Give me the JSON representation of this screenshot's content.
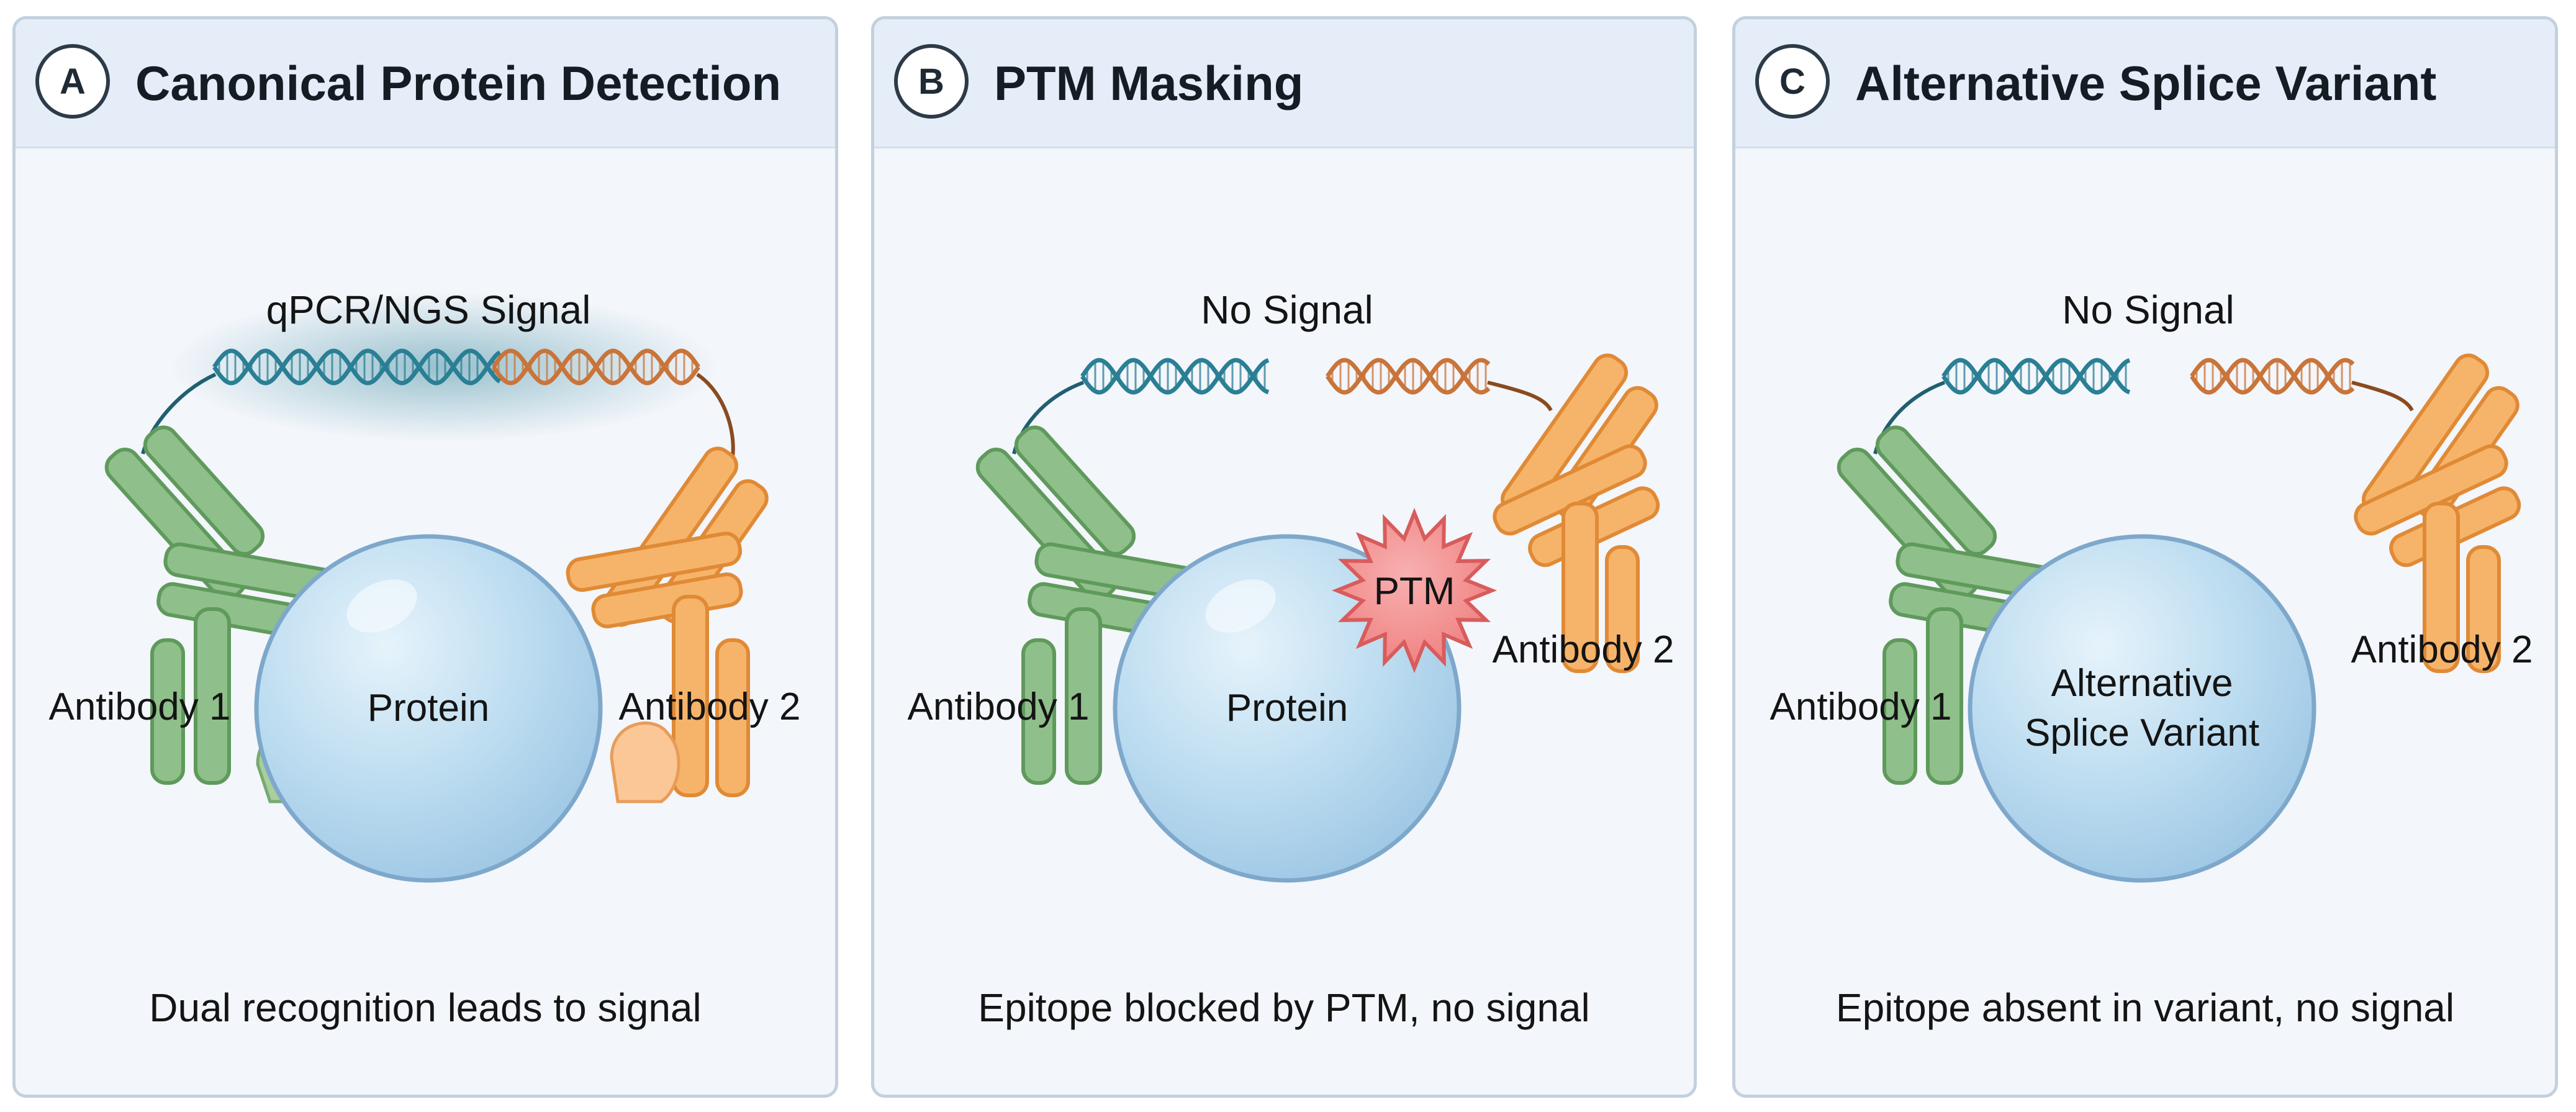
{
  "panels": [
    {
      "badge": "A",
      "title": "Canonical Protein Detection",
      "signal_label": "qPCR/NGS Signal",
      "protein_label": "Protein",
      "antibody1_label": "Antibody 1",
      "antibody2_label": "Antibody 2",
      "caption": "Dual recognition leads to signal"
    },
    {
      "badge": "B",
      "title": "PTM Masking",
      "signal_label": "No Signal",
      "protein_label": "Protein",
      "ptm_label": "PTM",
      "antibody1_label": "Antibody 1",
      "antibody2_label": "Antibody 2",
      "caption": "Epitope blocked by PTM, no signal"
    },
    {
      "badge": "C",
      "title": "Alternative Splice Variant",
      "signal_label": "No Signal",
      "protein_label_line1": "Alternative",
      "protein_label_line2": "Splice Variant",
      "antibody1_label": "Antibody 1",
      "antibody2_label": "Antibody 2",
      "caption": "Epitope absent in variant, no signal"
    }
  ],
  "colors": {
    "antibody1": "#8fbf8a",
    "antibody1_stroke": "#5f9a5c",
    "antibody2": "#f6b46a",
    "antibody2_stroke": "#e08a36",
    "protein": "#b7d8ee",
    "protein_stroke": "#7ea8cb",
    "dna_teal": "#2a7f94",
    "dna_orange": "#c9743a",
    "ptm": "#f08a8a",
    "ptm_stroke": "#d85c5c"
  }
}
